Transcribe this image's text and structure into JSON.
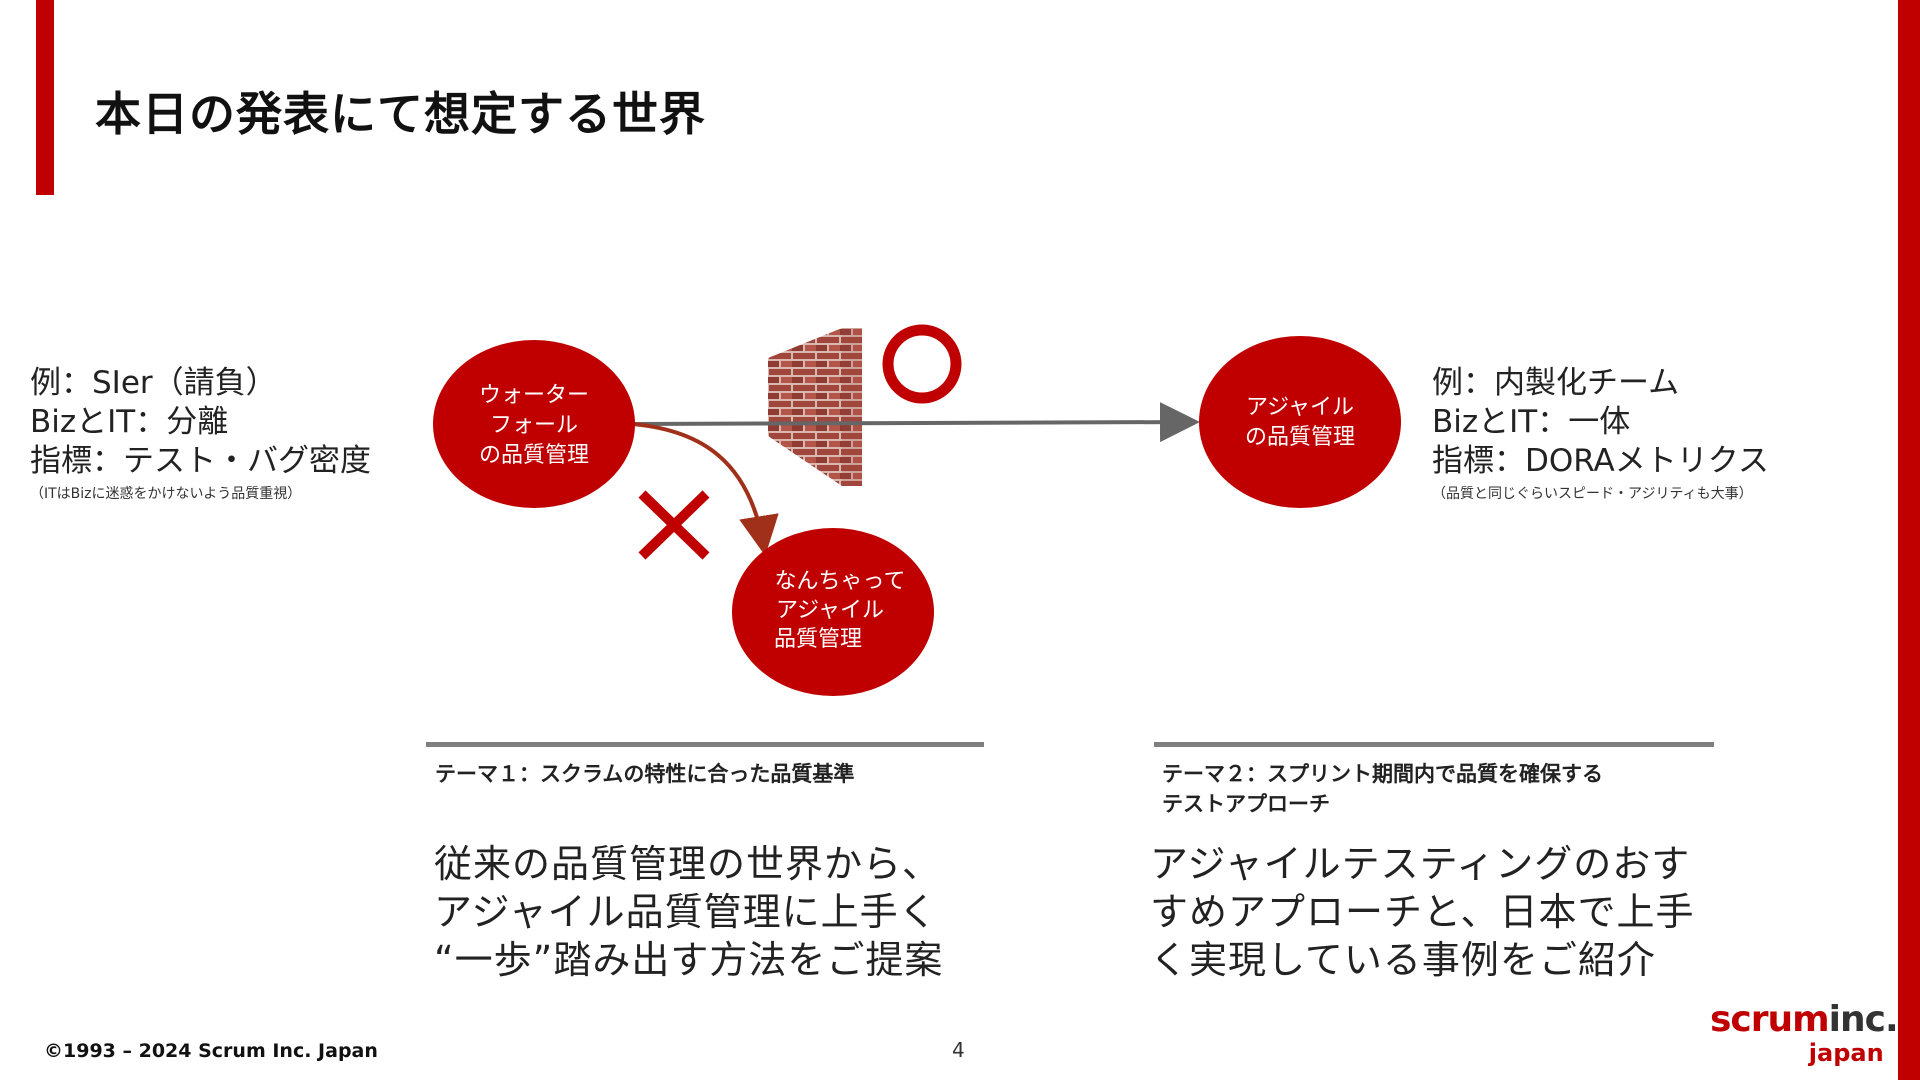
{
  "title": "本日の発表にて想定する世界",
  "left_example": {
    "lines": [
      "例：SIer（請負）",
      "BizとIT：分離",
      "指標：テスト・バグ密度"
    ],
    "note": "（ITはBizに迷惑をかけないよう品質重視）"
  },
  "right_example": {
    "lines": [
      "例：内製化チーム",
      "BizとIT：一体",
      "指標：DORAメトリクス"
    ],
    "note": "（品質と同じぐらいスピード・アジリティも大事）"
  },
  "diagram": {
    "waterfall_circle": [
      "ウォーター",
      "フォール",
      "の品質管理"
    ],
    "agile_circle": [
      "アジャイル",
      "の品質管理"
    ],
    "fake_agile_circle": [
      "なんちゃって",
      "アジャイル",
      "品質管理"
    ],
    "ok_mark": "〇",
    "ng_mark": "×",
    "colors": {
      "accent": "#c00000",
      "arrow": "#666666",
      "curved_arrow": "#a0301a",
      "brick": "#a0463c"
    }
  },
  "theme1": {
    "label": "テーマ１：スクラムの特性に合った品質基準",
    "body": [
      "従来の品質管理の世界から、",
      "アジャイル品質管理に上手く",
      "“一歩”踏み出す方法をご提案"
    ]
  },
  "theme2": {
    "label_lines": [
      "テーマ２：スプリント期間内で品質を確保する",
      "テストアプローチ"
    ],
    "body": [
      "アジャイルテスティングのおす",
      "すめアプローチと、日本で上手",
      "く実現している事例をご紹介"
    ]
  },
  "footer": {
    "copyright": "©1993 – 2024 Scrum Inc. Japan",
    "page_number": "4",
    "logo_scrum": "scrum",
    "logo_inc": "inc.",
    "logo_sub": "japan"
  }
}
